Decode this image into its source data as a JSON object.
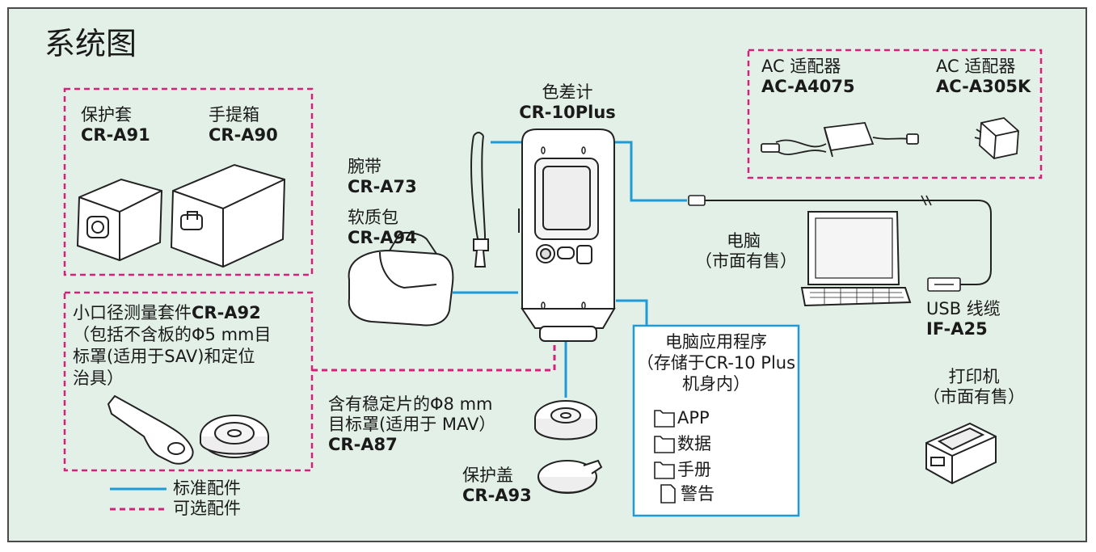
{
  "title": "系统图",
  "main_unit": {
    "name": "色差计",
    "model": "CR-10Plus"
  },
  "cases": {
    "case_name": "保护套",
    "case_model": "CR-A91",
    "box_name": "手提箱",
    "box_model": "CR-A90"
  },
  "strap": {
    "name": "腕带",
    "model": "CR-A73"
  },
  "soft_case": {
    "name": "软质包",
    "model": "CR-A94"
  },
  "small_aperture": {
    "line1_prefix": "小口径测量套件",
    "line1_model": "CR-A92",
    "line2": "（包括不含板的Φ5 mm目",
    "line3": "标罩(适用于SAV)和定位",
    "line4": "治具）"
  },
  "target_mask": {
    "line1": "含有稳定片的Φ8 mm",
    "line2": "目标罩(适用于 MAV）",
    "model": "CR-A87"
  },
  "protective_cap": {
    "name": "保护盖",
    "model": "CR-A93"
  },
  "adapter_1": {
    "name": "AC 适配器",
    "model": "AC-A4075"
  },
  "adapter_2": {
    "name": "AC 适配器",
    "model": "AC-A305K"
  },
  "pc": {
    "name": "电脑",
    "note": "（市面有售）"
  },
  "usb_cable": {
    "name": "USB 线缆",
    "model": "IF-A25"
  },
  "software": {
    "title": "电脑应用程序",
    "sub1": "（存储于CR-10 Plus",
    "sub2": "机身内）",
    "items": [
      "APP",
      "数据",
      "手册",
      "警告"
    ]
  },
  "printer": {
    "name": "打印机",
    "note": "（市面有售）"
  },
  "legend": {
    "standard": "标准配件",
    "optional": "可选配件"
  },
  "colors": {
    "background": "#e3f0e8",
    "standard_line": "#1e9ad6",
    "optional_line": "#d6217a"
  }
}
